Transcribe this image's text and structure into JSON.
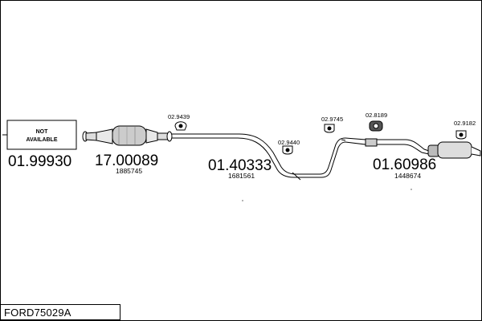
{
  "diagram": {
    "vehicle_code": "FORD75029A",
    "not_available_line1": "NOT",
    "not_available_line2": "AVAILABLE",
    "parts": [
      {
        "part_no": "01.99930",
        "oem": ""
      },
      {
        "part_no": "17.00089",
        "oem": "1885745"
      },
      {
        "part_no": "01.40333",
        "oem": "1681561"
      },
      {
        "part_no": "01.60986",
        "oem": "1448674"
      }
    ],
    "fittings": [
      "02.9439",
      "02.9440",
      "02.9745",
      "02.8189",
      "02.9182"
    ]
  }
}
